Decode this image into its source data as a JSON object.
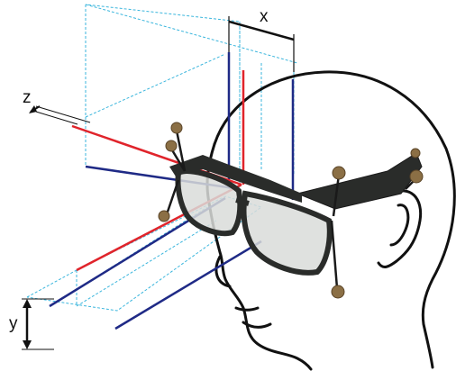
{
  "labels": {
    "x": "x",
    "y": "y",
    "z": "z"
  },
  "colors": {
    "outline": "#111111",
    "blue_axis": "#1f2a86",
    "red_axis": "#e0242b",
    "guide": "#3bb6dd",
    "glasses_frame": "#2a2c2a",
    "marker": "#8b6f45"
  }
}
